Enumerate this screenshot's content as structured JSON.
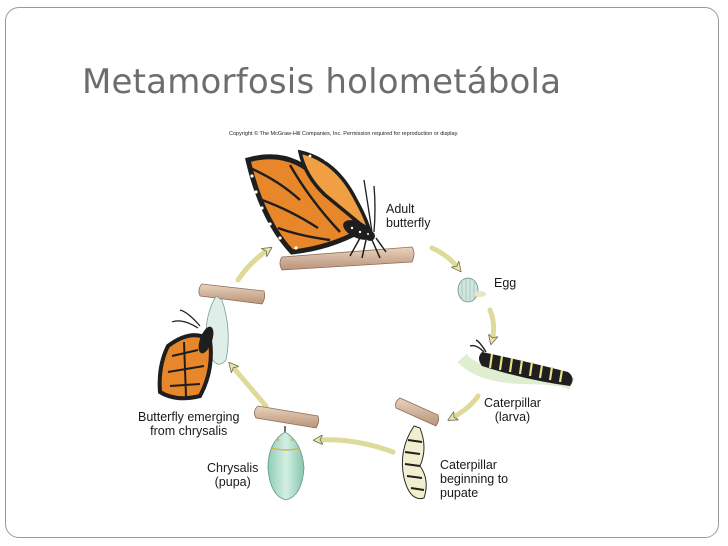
{
  "slide": {
    "title": "Metamorfosis holometábola",
    "copyright": "Copyright © The McGraw-Hill Companies, Inc. Permission required for reproduction or display."
  },
  "stages": [
    {
      "id": "adult",
      "label": "Adult\nbutterfly"
    },
    {
      "id": "egg",
      "label": "Egg"
    },
    {
      "id": "caterpillar",
      "label": "Caterpillar\n(larva)"
    },
    {
      "id": "pre-pupa",
      "label": "Caterpillar\nbeginning to\npupate"
    },
    {
      "id": "chrysalis",
      "label": "Chrysalis\n(pupa)"
    },
    {
      "id": "emerging",
      "label": "Butterfly emerging\nfrom chrysalis"
    }
  ],
  "colors": {
    "title": "#6d6d6d",
    "wing_orange": "#e8862a",
    "wing_black": "#1e1e1e",
    "twig": "#d8b89b",
    "arrow": "#e9e6a8",
    "chrysalis": "#a9d8c4"
  }
}
